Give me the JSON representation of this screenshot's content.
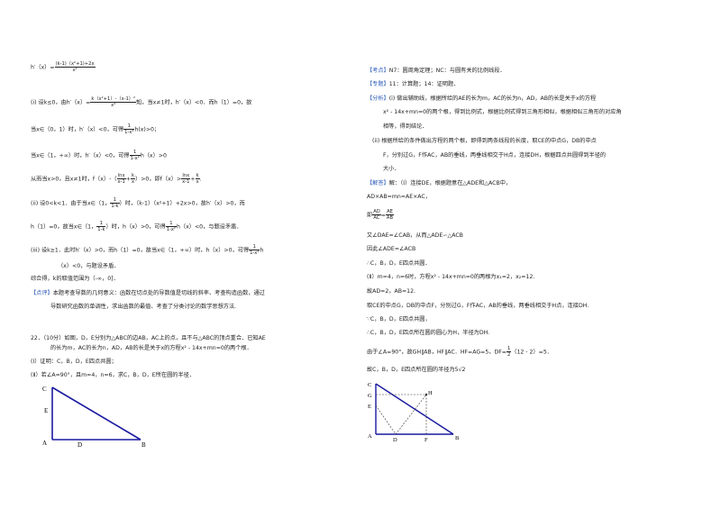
{
  "left": {
    "l1_a": "h′（x）=",
    "l1_num": "(k-1)（x²+1)+2x",
    "l1_den": "x²",
    "l2_a": "(i) 设k≤0，由h′（x）=",
    "l2_num": "k（x²+1）-（x-1）²",
    "l2_den": "x²",
    "l2_b": "知，当x≠1时，h′（x）<0．而h（1）=0，故",
    "l3_a": "当x∈（0，1）时，h′（x）<0，可得",
    "l3_num": "1",
    "l3_den": "1-x²",
    "l3_b": "h(x)>0；",
    "l4_a": "当x∈（1，+∞）时，h′（x）<0，可得",
    "l4_num": "1",
    "l4_den": "1-x²",
    "l4_b": "h（x）>0",
    "l5_a": "从而当x>0，且x≠1时，f（x）-（",
    "l5_n1": "lnx",
    "l5_d1": "x-1",
    "l5_m": "+",
    "l5_n2": "k",
    "l5_d2": "x",
    "l5_b": "）>0，即f（x）>",
    "l5_n3": "lnx",
    "l5_d3": "x-1",
    "l5_c": "+",
    "l5_n4": "k",
    "l5_d4": "x",
    "l5_d": ".",
    "l6_a": "(ii) 设0<k<1．由于当x∈（1，",
    "l6_num": "1",
    "l6_den": "1-k",
    "l6_b": "）时，（k-1）（x²+1）+2x>0，故h′（x）>0，而",
    "l7_a": "h（1）=0，故当x∈（1，",
    "l7_num": "1",
    "l7_den": "1-k",
    "l7_b": "）时，h（x）>0，可得",
    "l7_n2": "1",
    "l7_d2": "1-x²",
    "l7_c": "h（x）<0，与题设矛盾．",
    "l8_a": "(iii) 设k≥1．此时h′（x）>0，而h（1）=0，故当x∈（1，+∞）时，h（x）>0，可得",
    "l8_num": "1",
    "l8_den": "1-x²",
    "l8_b": "h",
    "l9": "（x）<0，与题设矛盾．",
    "l10": "综合得，k的取值范围为（-∞，0]．",
    "review_tag": "【点评】",
    "review_1": "本题考查导数的几何意义：函数在切点处的导数值是切线的斜率、考查构造函数，通过",
    "review_2": "导数研究函数的单调性，求出函数的最值、考查了分类讨论的数学思想方法.",
    "q22_1": "22．（10分）如图，D，E分别为△ABC的边AB，AC上的点，且不与△ABC的顶点重合．已知AE",
    "q22_2": "的长为m，AC的长为n，AD，AB的长是关于x的方程x² - 14x+mn=0的两个根．",
    "q22_3": "(Ⅰ）证明：C，B，D，E四点共圆；",
    "q22_4": "(Ⅱ）若∠A=90°，且m=4，n=6，求C，B，D，E所在圆的半径．",
    "fig_C": "C",
    "fig_E": "E",
    "fig_A": "A",
    "fig_D": "D",
    "fig_B": "B"
  },
  "right": {
    "kd_tag": "【考点】",
    "kd": "N7：圆周角定理；NC：与圆有关的比例线段．",
    "zt_tag": "【专题】",
    "zt": "11：计算题；14：证明题．",
    "fx_tag": "【分析】",
    "fx_1": "(i) 做出辅助线，根据所给的AE的长为m，AC的长为n，AD，AB的长是关于x的方程",
    "fx_2": "x² - 14x+mn=0的两个根，得到比例式，根据比例式得到三角形相似，根据相似三角形的对应角",
    "fx_3": "相等，得到结论．",
    "fx_4": "(ii) 根据所给的条件做出方程的两个根，即得到两条线段的长度，取CE的中点G，DB的中点",
    "fx_5": "F，分别过G，F作AC，AB的垂线，两垂线相交于H点，连接DH，根据四点共圆得到半径的",
    "fx_6": "大小．",
    "jd_tag": "【解答】",
    "jd_1": "解：（I）连接DE，根据题意在△ADE和△ACB中，",
    "jd_2": "AD×AB=mn=AE×AC，",
    "jd_3a": "即",
    "jd_3n1": "AD",
    "jd_3d1": "AC",
    "jd_3m": "=",
    "jd_3n2": "AE",
    "jd_3d2": "AB",
    "jd_4": "又∠DAE=∠CAB，从而△ADE∽△ACB",
    "jd_5": "因此∠ADE=∠ACB",
    "jd_6": "∴C，B，D，E四点共圆．",
    "jd_7": "(Ⅱ）m=4，n=6时，方程x² - 14x+mn=0的两根为x₁=2，x₂=12.",
    "jd_8": "故AD=2，AB=12.",
    "jd_9": "取CE的中点G，DB的中点F，分别过G，F作AC，AB的垂线，两垂线相交于H点，连接DH.",
    "jd_10": "∵C，B，D，E四点共圆，",
    "jd_11": "∴C，B，D，E四点所在圆的圆心为H，半径为DH.",
    "jd_12a": "由于∠A=90°，故GH∥AB，HF∥AC．HF=AG=5，DF=",
    "jd_12n": "1",
    "jd_12d": "2",
    "jd_12b": "（12 - 2）=5．",
    "jd_13": "故C，B，D，E四点所在圆的半径为5√2",
    "fig_C": "C",
    "fig_G": "G",
    "fig_E": "E",
    "fig_H": "H",
    "fig_A": "A",
    "fig_D": "D",
    "fig_F": "F",
    "fig_B": "B"
  }
}
